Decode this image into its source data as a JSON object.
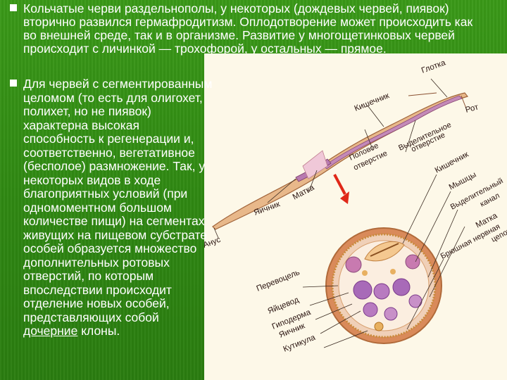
{
  "paragraph_top": "Кольчатые черви раздельнополы, у некоторых (дождевых червей, пиявок) вторично развился гермафродитизм. Оплодотворение может происходить как во внешней среде, так и в организме. Развитие у многощетинковых червей происходит с личинкой — трохофорой, у остальных — прямое.",
  "paragraph_left_before": "Для червей с сегментированным целомом (то есть для олигохет, полихет, но не пиявок) характерна высокая способность к регенерации и, соответственно, вегетативное (бесполое) размножение. Так, у некоторых видов в ходе благоприятных условий (при одномоментном большом количестве пищи) на сегментах живущих на пищевом субстрате особей образуется множество дополнительных ротовых отверстий, по которым впоследствии происходит отделение новых особей, представляющих собой ",
  "paragraph_left_link": "дочерние",
  "paragraph_left_after": " клоны.",
  "figure": {
    "worm_labels": {
      "glotka": "Глотка",
      "kishechnik": "Кишечник",
      "rot": "Рот",
      "vydelitelnoe_otverstie": "Выделительное отверстие",
      "polovoe_otverstie": "Половое отверстие",
      "matka": "Матка",
      "yaichnik": "Яичник",
      "anus": "Анус"
    },
    "section_labels": {
      "kishechnik": "Кишечник",
      "myshtsy": "Мышцы",
      "vydelitelnyi_kanal": "Выделительный канал",
      "matka": "Матка",
      "bryushnaya_nervnaya_tsepochka": "Брюшная нервная цепочка",
      "perevodotsel": "Перевоцель",
      "yaitsevod": "Яйцевод",
      "gipoderma": "Гиподерма",
      "yaichnik": "Яичник",
      "kutikula": "Кутикула"
    },
    "colors": {
      "background": "#2f8a12",
      "panel": "#fdf8e8",
      "worm_body": "#e8b88a",
      "arrow": "#e02818",
      "section_ring": "#c88a3a"
    }
  }
}
